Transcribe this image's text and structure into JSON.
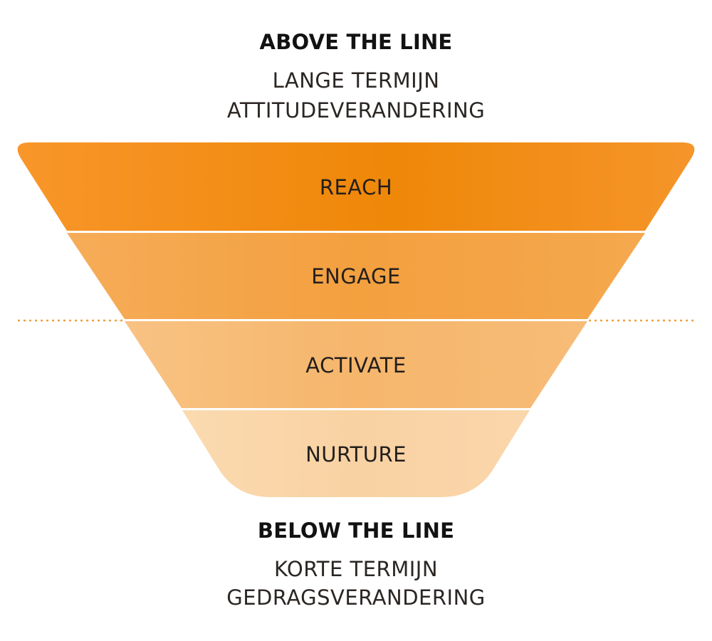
{
  "top": {
    "heading": "ABOVE THE LINE",
    "line1": "LANGE TERMIJN",
    "line2": "ATTITUDEVERANDERING"
  },
  "bottom": {
    "heading": "BELOW THE LINE",
    "line1": "KORTE TERMIJN",
    "line2": "GEDRAGSVERANDERING"
  },
  "funnel": {
    "stages": [
      {
        "label": "REACH",
        "color": "#f08a12"
      },
      {
        "label": "ENGAGE",
        "color": "#f4a447"
      },
      {
        "label": "ACTIVATE",
        "color": "#f7bd7a"
      },
      {
        "label": "NURTURE",
        "color": "#fad6a9"
      }
    ],
    "divider_color": "#f0a03c"
  }
}
